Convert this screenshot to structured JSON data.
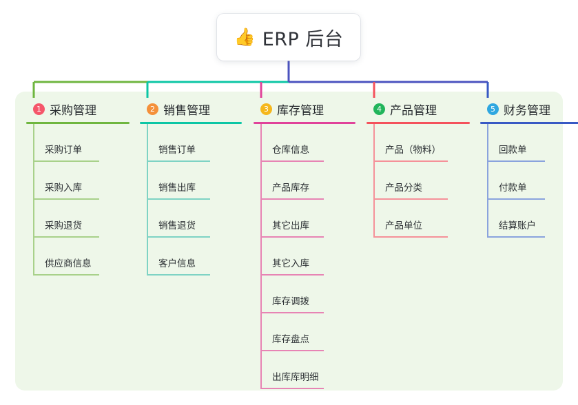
{
  "diagram": {
    "type": "mind-map",
    "root": {
      "icon": "thumbs-up-icon",
      "emoji": "👍",
      "title": "ERP 后台"
    },
    "panel_color": "#eef7e9",
    "bus_colors": [
      "#6fb63f",
      "#0cc6a5",
      "#4b53bf"
    ],
    "branches": [
      {
        "number": "1",
        "title": "采购管理",
        "badge_color": "#f5566a",
        "line_color": "#6fb63f",
        "light_color": "#a8d18a",
        "items": [
          "采购订单",
          "采购入库",
          "采购退货",
          "供应商信息"
        ]
      },
      {
        "number": "2",
        "title": "销售管理",
        "badge_color": "#f4903a",
        "line_color": "#0cc6a5",
        "light_color": "#7ed3c4",
        "items": [
          "销售订单",
          "销售出库",
          "销售退货",
          "客户信息"
        ]
      },
      {
        "number": "3",
        "title": "库存管理",
        "badge_color": "#f5b71d",
        "line_color": "#e0439a",
        "light_color": "#e784b4",
        "items": [
          "仓库信息",
          "产品库存",
          "其它出库",
          "其它入库",
          "库存调拨",
          "库存盘点",
          "出库库明细"
        ]
      },
      {
        "number": "4",
        "title": "产品管理",
        "badge_color": "#21b55b",
        "line_color": "#f4525c",
        "light_color": "#f59199",
        "items": [
          "产品（物料）",
          "产品分类",
          "产品单位"
        ]
      },
      {
        "number": "5",
        "title": "财务管理",
        "badge_color": "#2fa7e0",
        "line_color": "#3859c4",
        "light_color": "#8aa3dd",
        "items": [
          "回款单",
          "付款单",
          "结算账户"
        ]
      }
    ]
  }
}
